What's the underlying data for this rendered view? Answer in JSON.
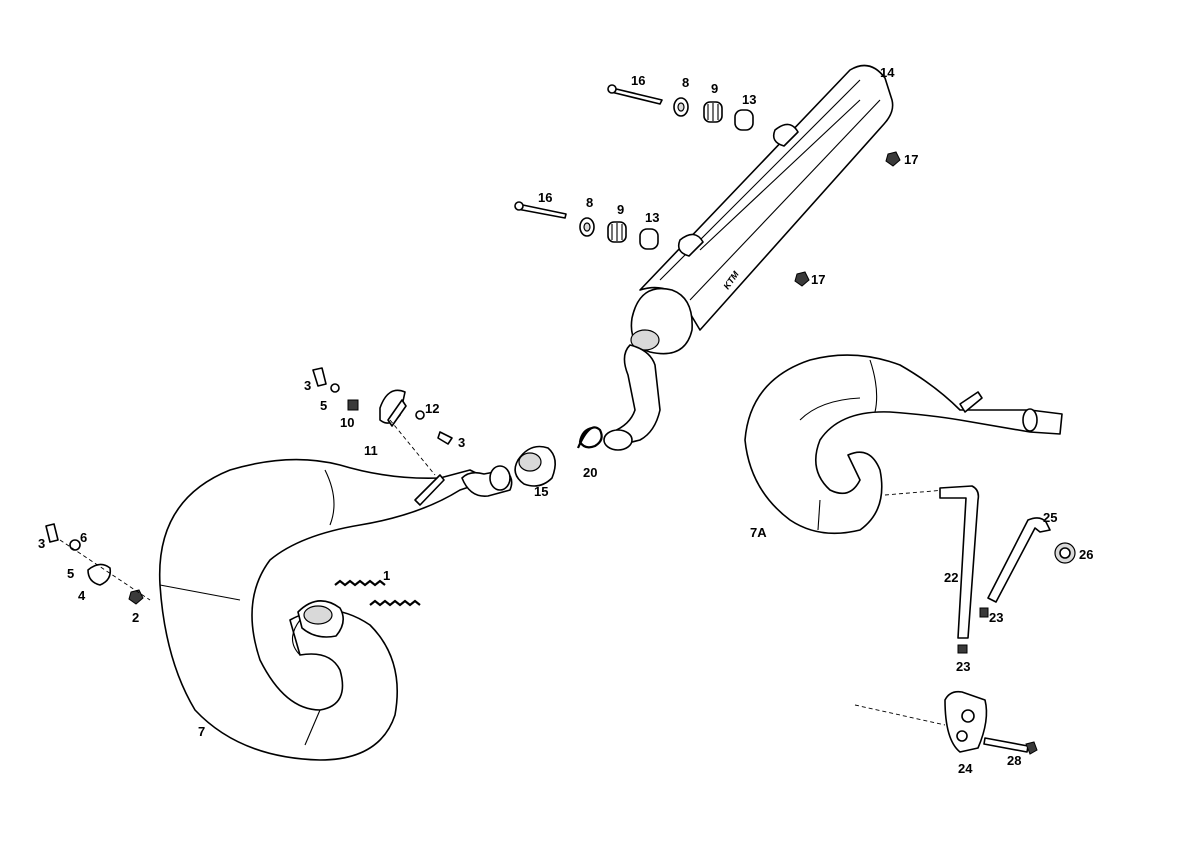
{
  "labels": {
    "p1": "1",
    "p2": "2",
    "p3a": "3",
    "p3b": "3",
    "p3c": "3",
    "p4": "4",
    "p5a": "5",
    "p5b": "5",
    "p6": "6",
    "p7": "7",
    "p7a": "7A",
    "p8a": "8",
    "p8b": "8",
    "p9a": "9",
    "p9b": "9",
    "p10": "10",
    "p11": "11",
    "p12": "12",
    "p13a": "13",
    "p13b": "13",
    "p14": "14",
    "p15": "15",
    "p16a": "16",
    "p16b": "16",
    "p17a": "17",
    "p17b": "17",
    "p20": "20",
    "p22": "22",
    "p23a": "23",
    "p23b": "23",
    "p24": "24",
    "p25": "25",
    "p26": "26",
    "p28": "28"
  }
}
